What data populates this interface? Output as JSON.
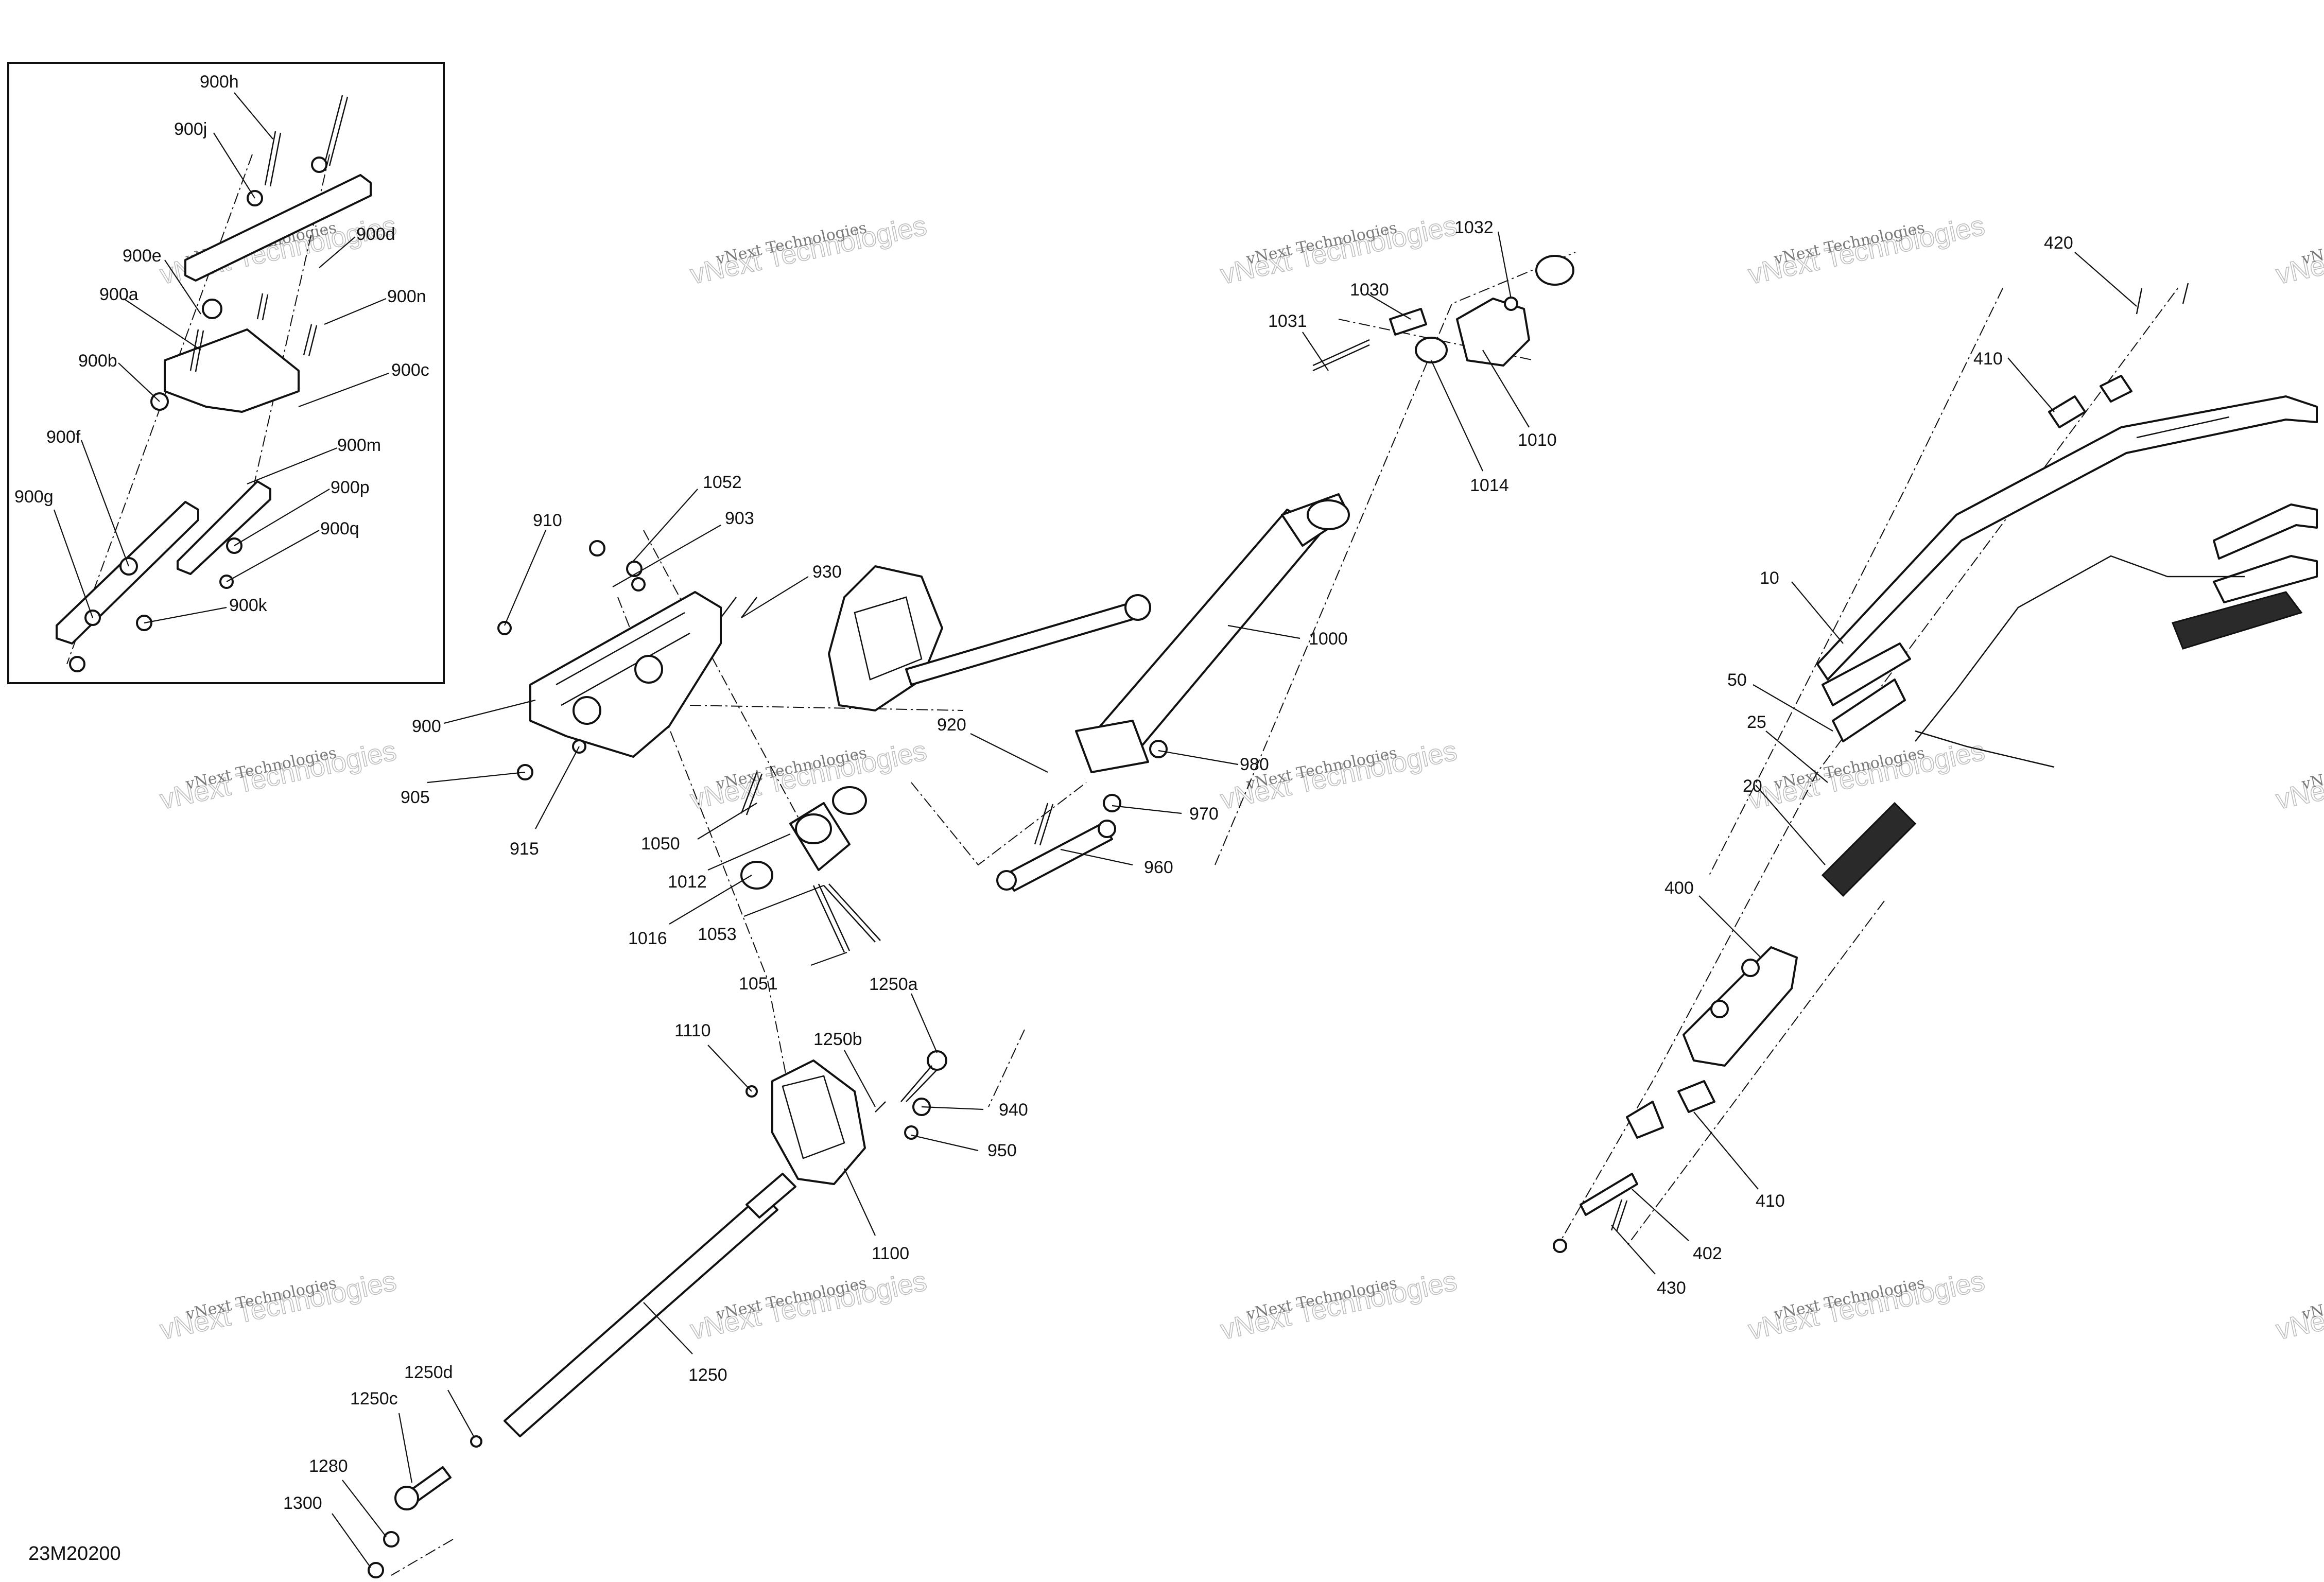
{
  "diagram": {
    "doc_code": "23M20200",
    "watermark": {
      "line1": "vNext Technologies",
      "line2": "vNext Technologies"
    },
    "callouts": [
      "900h",
      "900j",
      "900d",
      "900e",
      "900n",
      "900a",
      "900c",
      "900b",
      "900m",
      "900f",
      "900p",
      "900g",
      "900q",
      "900k",
      "910",
      "1052",
      "903",
      "930",
      "900",
      "905",
      "915",
      "1050",
      "1012",
      "1016",
      "1053",
      "1051",
      "1032",
      "1030",
      "1031",
      "1010",
      "1014",
      "1000",
      "920",
      "980",
      "970",
      "960",
      "1250a",
      "1110",
      "1250b",
      "940",
      "950",
      "1100",
      "1250",
      "1250d",
      "1250c",
      "1280",
      "1300",
      "420",
      "410",
      "10",
      "50",
      "25",
      "20",
      "400",
      "410",
      "402",
      "430"
    ]
  },
  "colors": {
    "line": "#111111",
    "background": "#ffffff",
    "watermark": "#bdbdbd"
  }
}
